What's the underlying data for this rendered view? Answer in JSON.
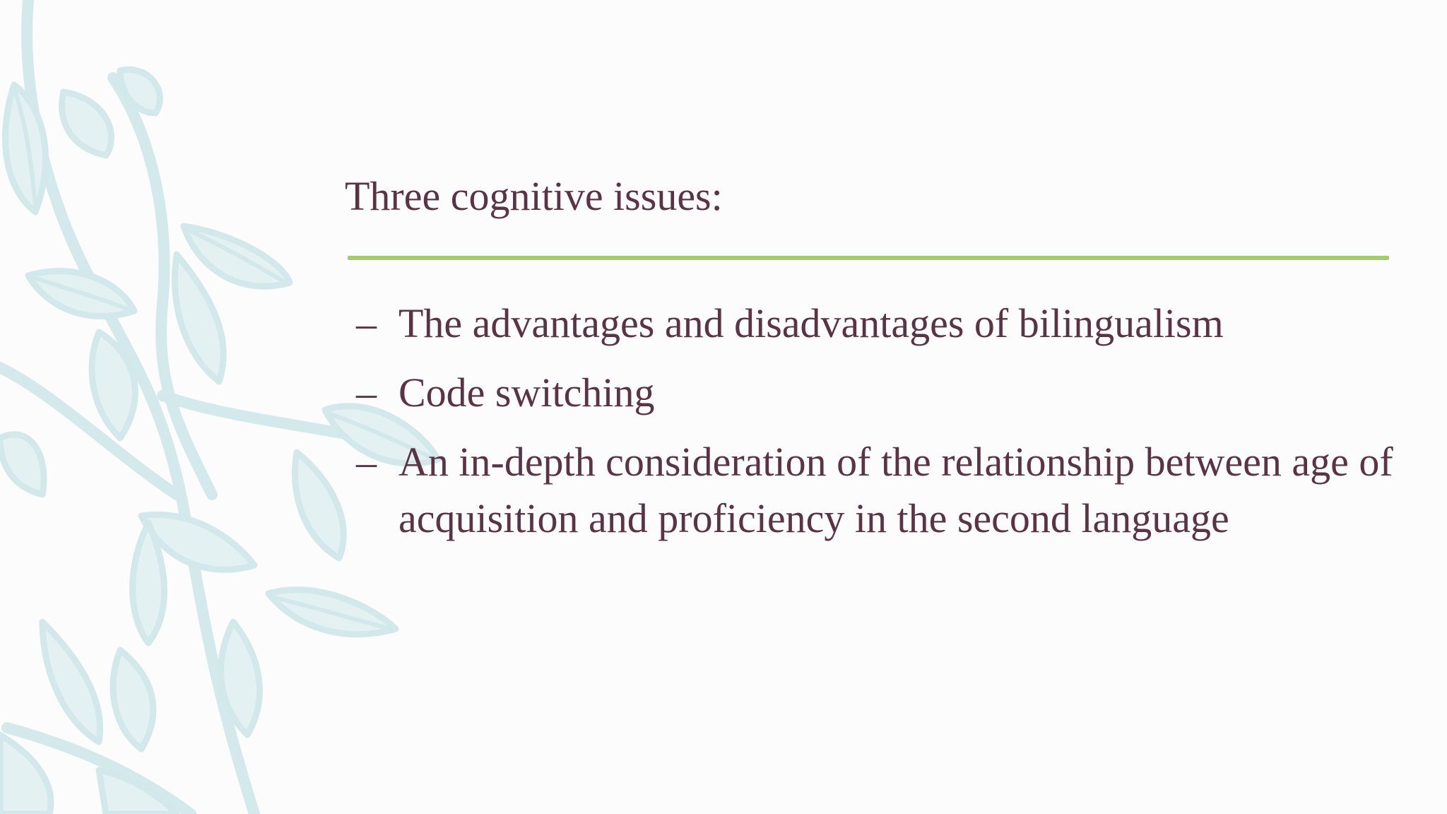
{
  "slide": {
    "title": "Three cognitive issues:",
    "bullets": [
      "The advantages and disadvantages of bilingualism",
      "Code switching",
      "An in-depth consideration of the relationship between age of acquisition and proficiency in the second language"
    ],
    "bullet_marker": "–"
  },
  "colors": {
    "text": "#5a3444",
    "accent_rule": "#9fce6b",
    "background": "#fdfcfd",
    "decor": "#d7ecee"
  },
  "decoration": {
    "motif": "leafy-vine-illustration"
  }
}
